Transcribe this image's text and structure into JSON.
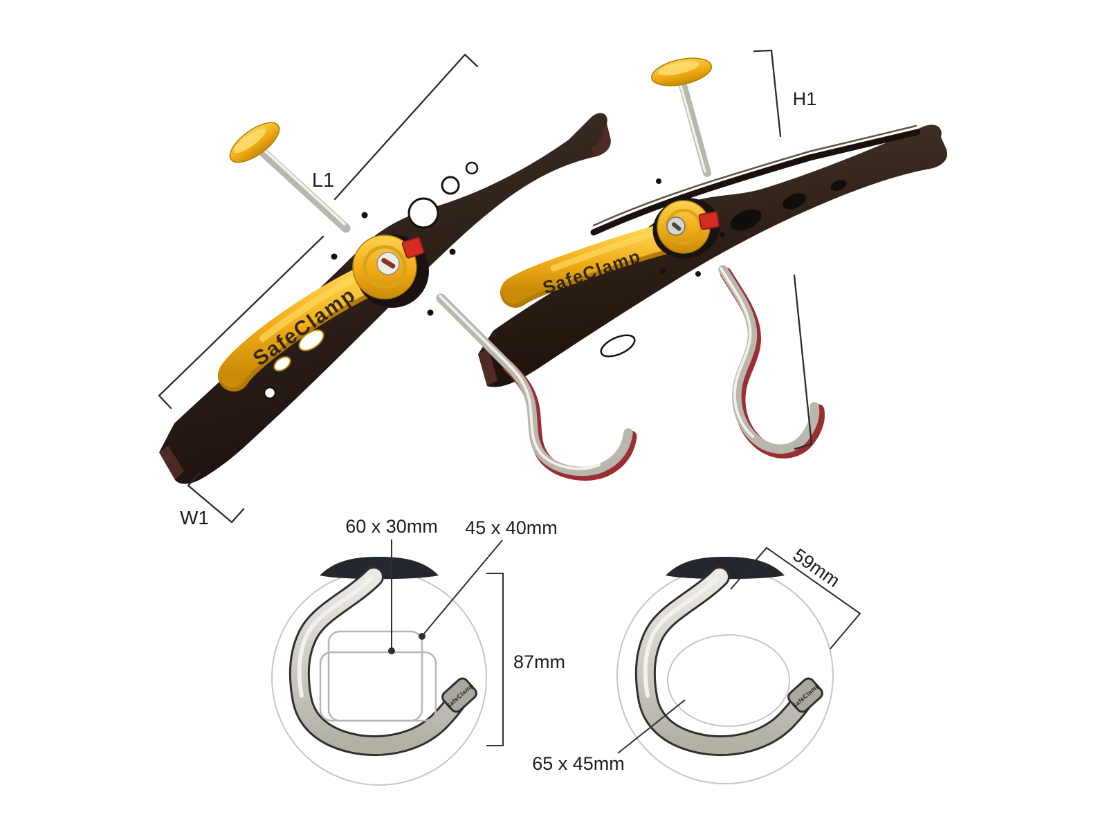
{
  "brand": "SafeClamp",
  "annotations": {
    "l1": "L1",
    "w1": "W1",
    "h1": "H1"
  },
  "cross_sections": {
    "left": {
      "slot_wide": "60 x 30mm",
      "slot_tall": "45 x 40mm",
      "height": "87mm"
    },
    "right": {
      "opening": "59mm",
      "oval": "65 x 45mm"
    }
  },
  "colors": {
    "background": "#ffffff",
    "body_dark": "#34261f",
    "accent_yellow": "#f2ac19",
    "indicator_red": "#d32d20",
    "metal_silver": "#c9c6bd",
    "gasket_red": "#9b2d33",
    "dimension_line": "#2b2b2b",
    "diagram_outline": "#c6c6c6"
  }
}
